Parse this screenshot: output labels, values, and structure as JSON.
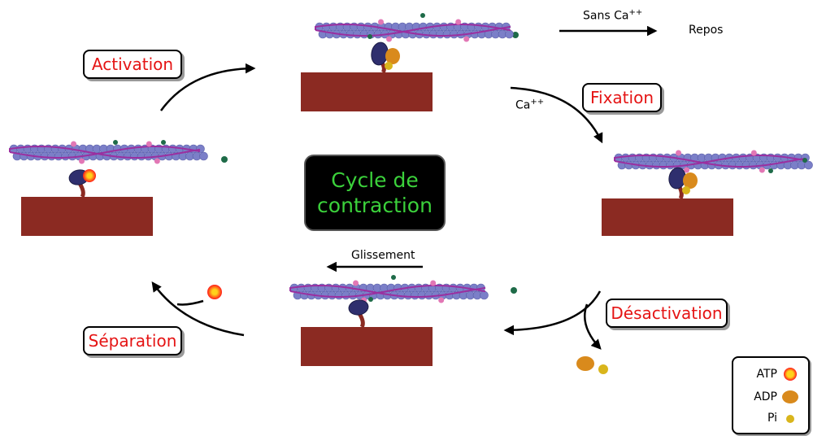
{
  "labels": {
    "activation": "Activation",
    "fixation": "Fixation",
    "desactivation": "Désactivation",
    "separation": "Séparation"
  },
  "annotations": {
    "sans_ca": "Sans Ca",
    "sans_ca_sup": "++",
    "repos": "Repos",
    "ca": "Ca",
    "ca_sup": "++",
    "glissement": "Glissement"
  },
  "center": {
    "line1": "Cycle de",
    "line2": "contraction"
  },
  "legend": {
    "items": [
      {
        "label": "ATP",
        "icon": "atp-dot"
      },
      {
        "label": "ADP",
        "icon": "adp-dot"
      },
      {
        "label": "Pi",
        "icon": "pi-dot"
      }
    ]
  },
  "colors": {
    "label_text": "#e51414",
    "center_text": "#3bd13b",
    "thick_filament": "#8b2a22",
    "actin": "#7b7fc8",
    "tropomyosin": "#9b2fa0",
    "myosin_head": "#2f2f6e",
    "adp": "#d98a1c",
    "pi": "#d9b51c",
    "atp_ring": "#ff1a1a",
    "atp_core": "#ffd21a",
    "calcium": "#1e6b48",
    "troponin": "#e277b5"
  }
}
